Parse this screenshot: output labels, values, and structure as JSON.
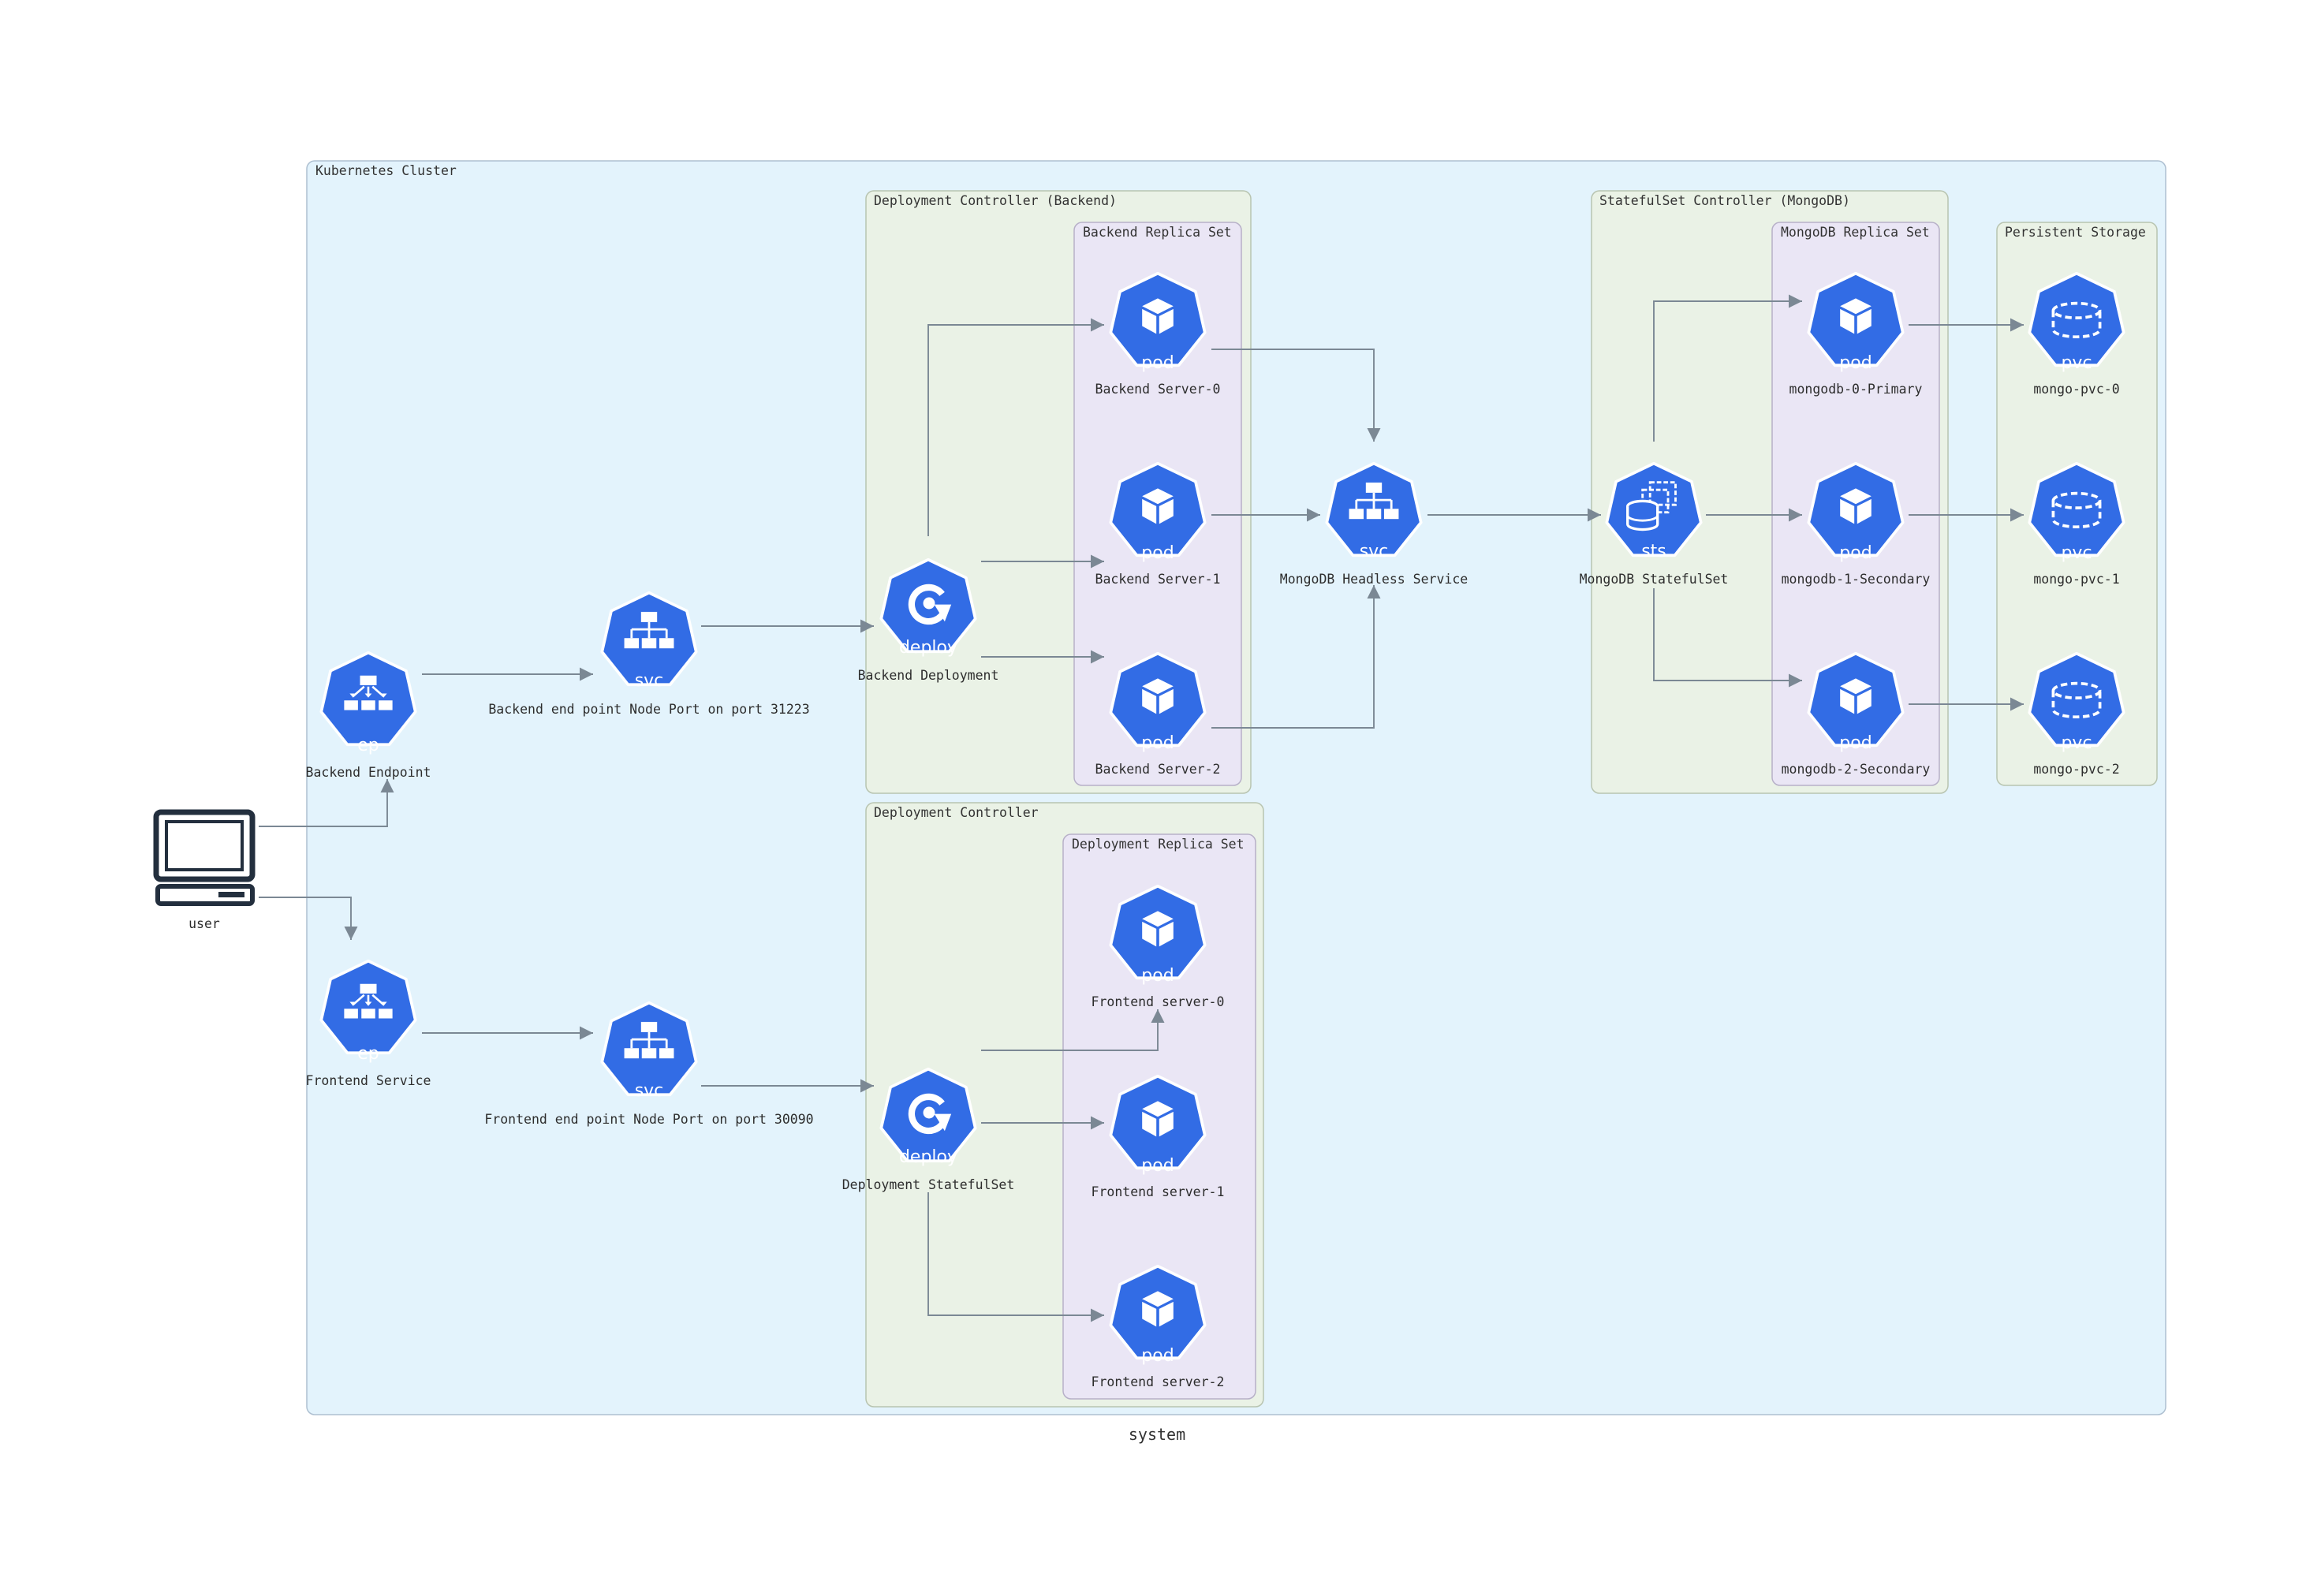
{
  "diagram_title": "system",
  "colors": {
    "k8s_blue": "#326ce5",
    "cluster_fill": "#e3f3fc",
    "controller_fill": "#eaf2e6",
    "replica_fill": "#eae6f5",
    "storage_fill": "#eaf2e6",
    "edge": "#7b8894",
    "user_icon": "#232f3e"
  },
  "clusters": {
    "kubernetes": "Kubernetes Cluster",
    "deploy_backend": "Deployment Controller (Backend)",
    "backend_rs": "Backend Replica Set",
    "sts_mongo": "StatefulSet Controller (MongoDB)",
    "mongo_rs": "MongoDB Replica Set",
    "storage": "Persistent Storage",
    "deploy_frontend": "Deployment Controller",
    "frontend_rs": "Deployment Replica Set"
  },
  "nodes": {
    "user": {
      "label": "user",
      "icon": "desktop-computer-icon"
    },
    "backend_ep": {
      "label": "Backend Endpoint",
      "badge": "ep",
      "icon": "endpoint-icon"
    },
    "frontend_ep": {
      "label": "Frontend Service",
      "badge": "ep",
      "icon": "endpoint-icon"
    },
    "backend_svc": {
      "label": "Backend end point Node Port on port 31223",
      "badge": "svc",
      "icon": "service-icon"
    },
    "frontend_svc": {
      "label": "Frontend end point Node Port on port 30090",
      "badge": "svc",
      "icon": "service-icon"
    },
    "backend_deploy": {
      "label": "Backend Deployment",
      "badge": "deploy",
      "icon": "deployment-icon"
    },
    "frontend_deploy": {
      "label": "Deployment StatefulSet",
      "badge": "deploy",
      "icon": "deployment-icon"
    },
    "backend_0": {
      "label": "Backend Server-0",
      "badge": "pod",
      "icon": "pod-icon"
    },
    "backend_1": {
      "label": "Backend Server-1",
      "badge": "pod",
      "icon": "pod-icon"
    },
    "backend_2": {
      "label": "Backend Server-2",
      "badge": "pod",
      "icon": "pod-icon"
    },
    "frontend_0": {
      "label": "Frontend server-0",
      "badge": "pod",
      "icon": "pod-icon"
    },
    "frontend_1": {
      "label": "Frontend server-1",
      "badge": "pod",
      "icon": "pod-icon"
    },
    "frontend_2": {
      "label": "Frontend server-2",
      "badge": "pod",
      "icon": "pod-icon"
    },
    "mongo_svc": {
      "label": "MongoDB Headless Service",
      "badge": "svc",
      "icon": "service-icon"
    },
    "mongo_sts": {
      "label": "MongoDB StatefulSet",
      "badge": "sts",
      "icon": "statefulset-icon"
    },
    "mongo_0": {
      "label": "mongodb-0-Primary",
      "badge": "pod",
      "icon": "pod-icon"
    },
    "mongo_1": {
      "label": "mongodb-1-Secondary",
      "badge": "pod",
      "icon": "pod-icon"
    },
    "mongo_2": {
      "label": "mongodb-2-Secondary",
      "badge": "pod",
      "icon": "pod-icon"
    },
    "pvc_0": {
      "label": "mongo-pvc-0",
      "badge": "pvc",
      "icon": "pvc-icon"
    },
    "pvc_1": {
      "label": "mongo-pvc-1",
      "badge": "pvc",
      "icon": "pvc-icon"
    },
    "pvc_2": {
      "label": "mongo-pvc-2",
      "badge": "pvc",
      "icon": "pvc-icon"
    }
  },
  "edges": [
    {
      "from": "user",
      "to": "backend_ep"
    },
    {
      "from": "user",
      "to": "frontend_ep"
    },
    {
      "from": "backend_ep",
      "to": "backend_svc"
    },
    {
      "from": "backend_svc",
      "to": "backend_deploy"
    },
    {
      "from": "backend_deploy",
      "to": "backend_0"
    },
    {
      "from": "backend_deploy",
      "to": "backend_1"
    },
    {
      "from": "backend_deploy",
      "to": "backend_2"
    },
    {
      "from": "backend_0",
      "to": "mongo_svc"
    },
    {
      "from": "backend_1",
      "to": "mongo_svc"
    },
    {
      "from": "backend_2",
      "to": "mongo_svc"
    },
    {
      "from": "mongo_svc",
      "to": "mongo_sts"
    },
    {
      "from": "mongo_sts",
      "to": "mongo_0"
    },
    {
      "from": "mongo_sts",
      "to": "mongo_1"
    },
    {
      "from": "mongo_sts",
      "to": "mongo_2"
    },
    {
      "from": "mongo_0",
      "to": "pvc_0"
    },
    {
      "from": "mongo_1",
      "to": "pvc_1"
    },
    {
      "from": "mongo_2",
      "to": "pvc_2"
    },
    {
      "from": "frontend_ep",
      "to": "frontend_svc"
    },
    {
      "from": "frontend_svc",
      "to": "frontend_deploy"
    },
    {
      "from": "frontend_deploy",
      "to": "frontend_0"
    },
    {
      "from": "frontend_deploy",
      "to": "frontend_1"
    },
    {
      "from": "frontend_deploy",
      "to": "frontend_2"
    }
  ]
}
